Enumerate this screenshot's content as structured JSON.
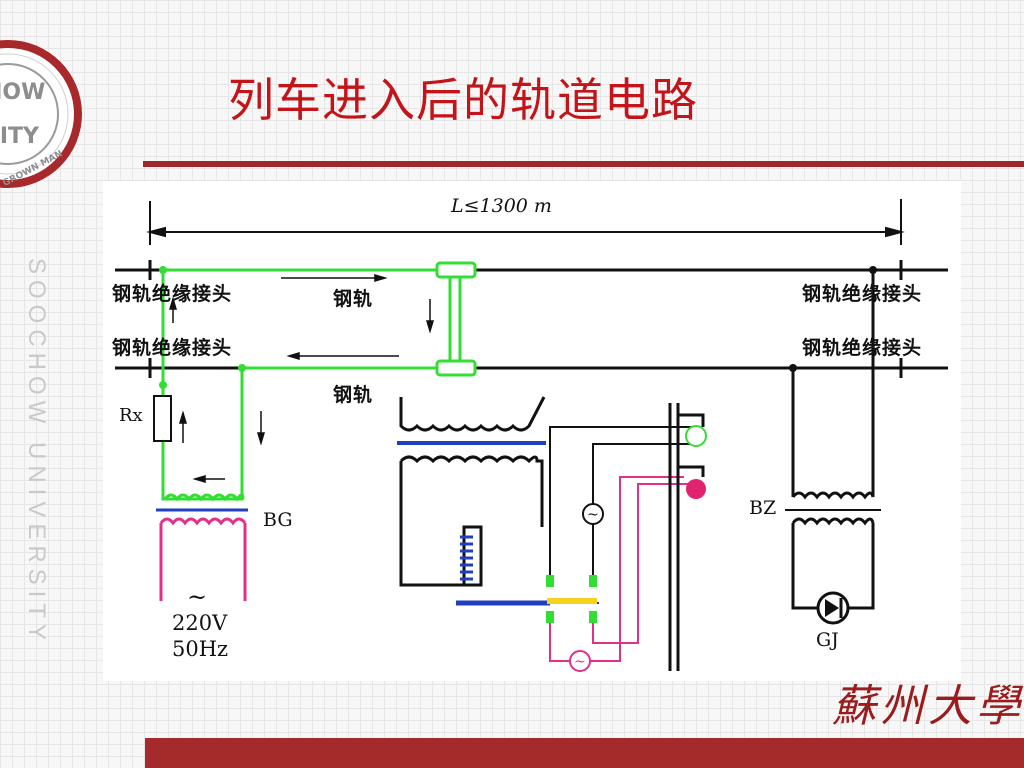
{
  "title": "列车进入后的轨道电路",
  "side_text": "SOOCHOW UNIVERSITY",
  "signature": "蘇州大學",
  "logo": {
    "text_top": "HOW",
    "text_mid": "SITY",
    "text_arc": "GROWN MAN"
  },
  "diagram": {
    "length_label": "L≤1300 m",
    "rail_joint_label": "钢轨绝缘接头",
    "rail_label": "钢轨",
    "rx_label": "Rx",
    "bg_label": "BG",
    "bz_label": "BZ",
    "gj_label": "GJ",
    "ac_symbol": "~",
    "voltage": "220V",
    "frequency": "50Hz"
  },
  "colors": {
    "title": "#c3141a",
    "rule": "#a0282a",
    "train_current": "#33dd33",
    "transformer_core": "#1f3fbf",
    "secondary": "#e0308a",
    "relay_contact": "#f5d21f"
  }
}
